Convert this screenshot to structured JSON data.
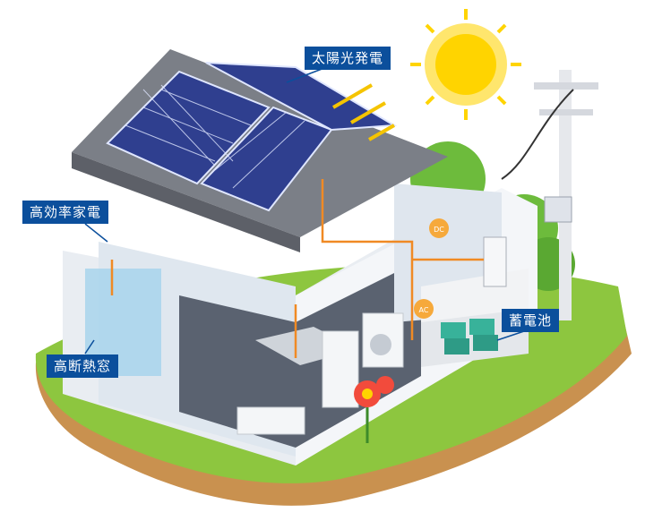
{
  "labels": {
    "solar": "太陽光発電",
    "appliance": "高効率家電",
    "window": "高断熱窓",
    "battery": "蓄電池"
  },
  "badges": {
    "dc": "DC",
    "ac": "AC"
  },
  "colors": {
    "label_bg": "#0b4f9c",
    "wiring": "#f08a24",
    "ground": "#8dc63f",
    "panel": "#2f3f8f",
    "sun": "#ffd400"
  }
}
